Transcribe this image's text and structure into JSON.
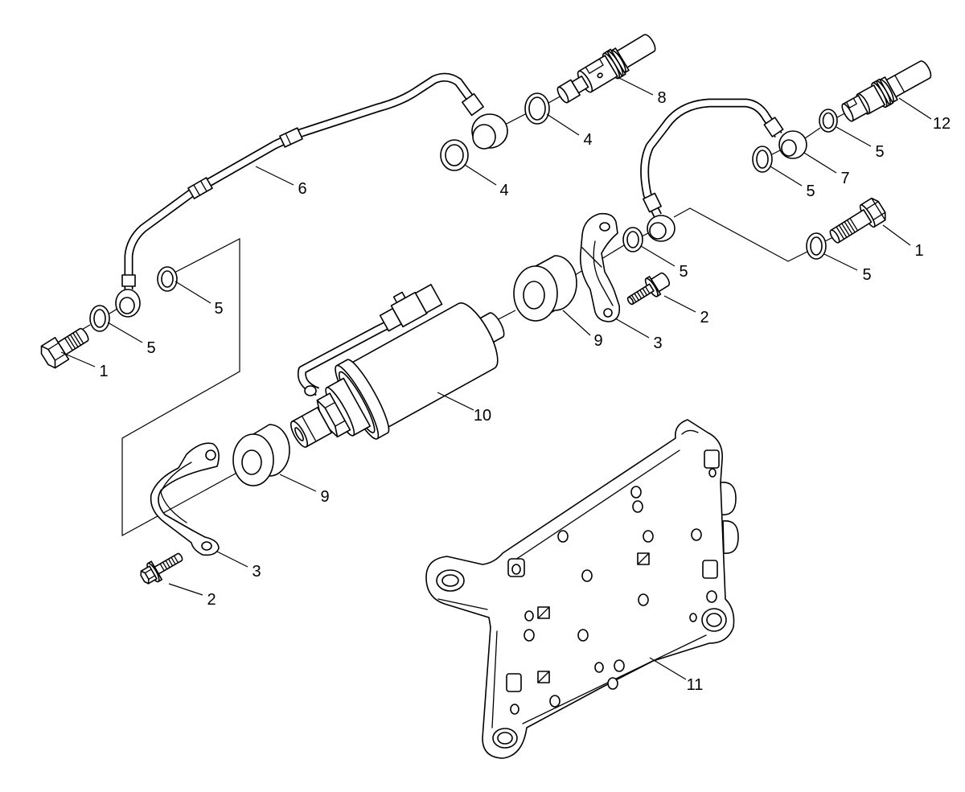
{
  "callouts": {
    "fitting_8": "8",
    "washer_4_upper": "4",
    "washer_4_lower": "4",
    "pipe_6": "6",
    "fitting_12": "12",
    "washer_5_a": "5",
    "pipe_7": "7",
    "washer_5_b": "5",
    "bolt_1_right": "1",
    "washer_5_c": "5",
    "washer_5_d": "5",
    "washer_5_e": "5",
    "washer_5_f": "5",
    "bolt_1_left": "1",
    "bolt_2_right": "2",
    "grommet_9_right": "9",
    "bracket_3_right": "3",
    "pump_10": "10",
    "grommet_9_left": "9",
    "bracket_3_left": "3",
    "bolt_2_left": "2",
    "plate_11": "11"
  },
  "colors": {
    "line": "#000000",
    "background": "#ffffff"
  }
}
